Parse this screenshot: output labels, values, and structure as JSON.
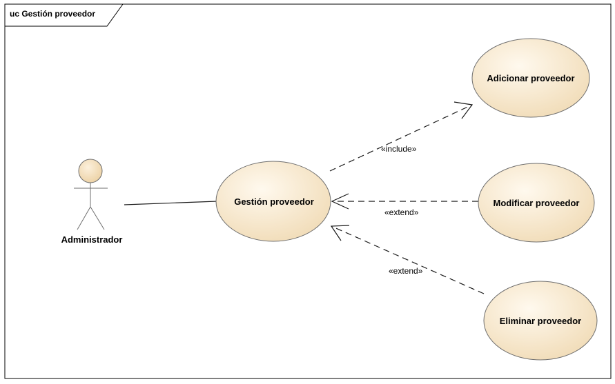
{
  "diagram": {
    "frame_title": "uc Gestión proveedor",
    "actor": {
      "name": "Administrador"
    },
    "use_cases": {
      "main": "Gestión proveedor",
      "add": "Adicionar proveedor",
      "modify": "Modificar proveedor",
      "delete": "Eliminar proveedor"
    },
    "relationships": {
      "include": "«include»",
      "extend_modify": "«extend»",
      "extend_delete": "«extend»"
    }
  },
  "colors": {
    "ellipse_fill_light": "#FFF8EA",
    "ellipse_fill_dark": "#F2DDB8",
    "ellipse_stroke": "#6E6E6E",
    "actor_head_fill": "#F6E2C0",
    "line": "#1a1a1a",
    "frame": "#000000"
  }
}
